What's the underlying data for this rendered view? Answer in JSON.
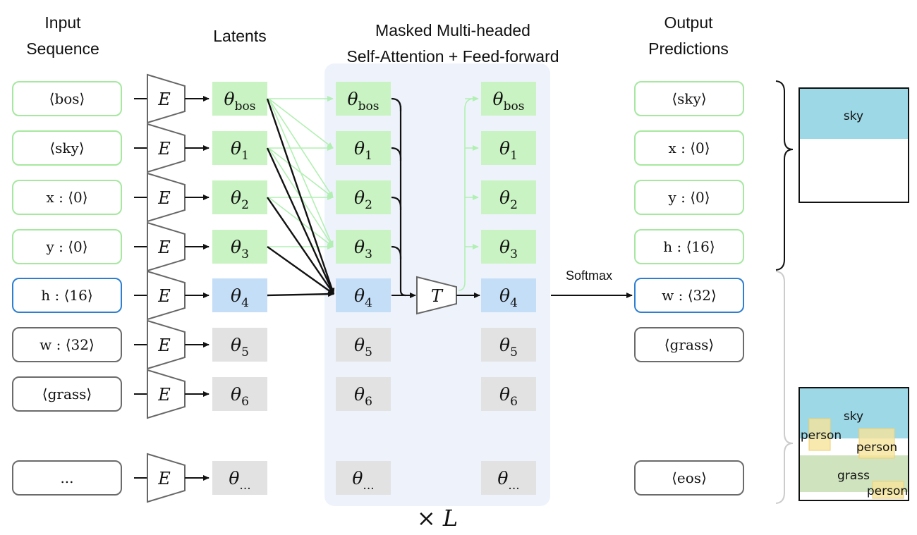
{
  "headers": {
    "input": [
      "Input",
      "Sequence"
    ],
    "latents": "Latents",
    "attention": [
      "Masked Multi-headed",
      "Self-Attention + Feed-forward"
    ],
    "output": [
      "Output",
      "Predictions"
    ]
  },
  "encoder_label": "E",
  "transformer_label": "T",
  "softmax_label": "Softmax",
  "repeat_label": "× L",
  "rows": [
    {
      "input": "⟨bos⟩",
      "theta": "θ",
      "sub": "bos",
      "state": "seen"
    },
    {
      "input": "⟨sky⟩",
      "theta": "θ",
      "sub": "1",
      "state": "seen"
    },
    {
      "input": "x : ⟨0⟩",
      "theta": "θ",
      "sub": "2",
      "state": "seen"
    },
    {
      "input": "y : ⟨0⟩",
      "theta": "θ",
      "sub": "3",
      "state": "seen"
    },
    {
      "input": "h : ⟨16⟩",
      "theta": "θ",
      "sub": "4",
      "state": "current"
    },
    {
      "input": "w : ⟨32⟩",
      "theta": "θ",
      "sub": "5",
      "state": "future"
    },
    {
      "input": "⟨grass⟩",
      "theta": "θ",
      "sub": "6",
      "state": "future"
    },
    {
      "input": "...",
      "theta": "θ",
      "sub": "...",
      "state": "future"
    }
  ],
  "outputs": [
    {
      "text": "⟨sky⟩",
      "state": "seen"
    },
    {
      "text": "x : ⟨0⟩",
      "state": "seen"
    },
    {
      "text": "y : ⟨0⟩",
      "state": "seen"
    },
    {
      "text": "h : ⟨16⟩",
      "state": "seen"
    },
    {
      "text": "w : ⟨32⟩",
      "state": "current"
    },
    {
      "text": "⟨grass⟩",
      "state": "future"
    },
    {
      "text": "⟨eos⟩",
      "state": "future"
    }
  ],
  "layout_top": {
    "label": "sky",
    "fill": "#9dd8e6"
  },
  "layout_bottom": {
    "sky": "sky",
    "grass": "grass",
    "persons": [
      "person",
      "person",
      "person"
    ]
  },
  "colors": {
    "seen_fill": "#c9f3c2",
    "seen_border": "#a6e8a0",
    "current_fill": "#c4def7",
    "current_border": "#2f7fd1",
    "future_fill": "#e2e2e2",
    "future_border": "#6b6b6b",
    "panel": "#eef3fb",
    "sky": "#9dd8e6",
    "grass": "#cfe3bf",
    "person": "#f6e39b"
  }
}
